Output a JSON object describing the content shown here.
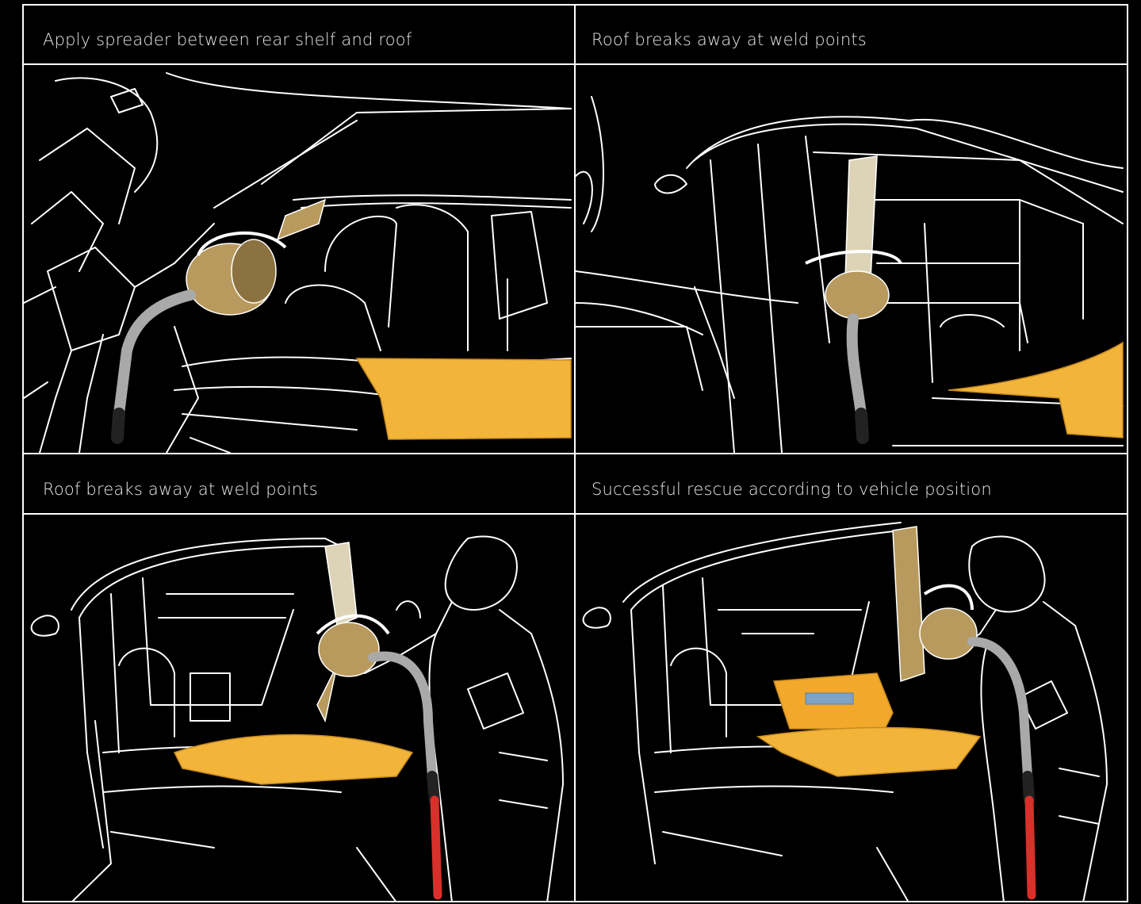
{
  "panels": [
    {
      "caption": "Apply spreader between rear shelf and roof"
    },
    {
      "caption": "Roof breaks away at weld points"
    },
    {
      "caption": "Roof breaks away at weld points"
    },
    {
      "caption": "Successful rescue according to vehicle position"
    }
  ],
  "colors": {
    "background": "#000000",
    "line": "#ffffff",
    "tool_metal": "#b89a5e",
    "airbag_yellow": "#f2b53a",
    "hose_red": "#d8302a"
  }
}
